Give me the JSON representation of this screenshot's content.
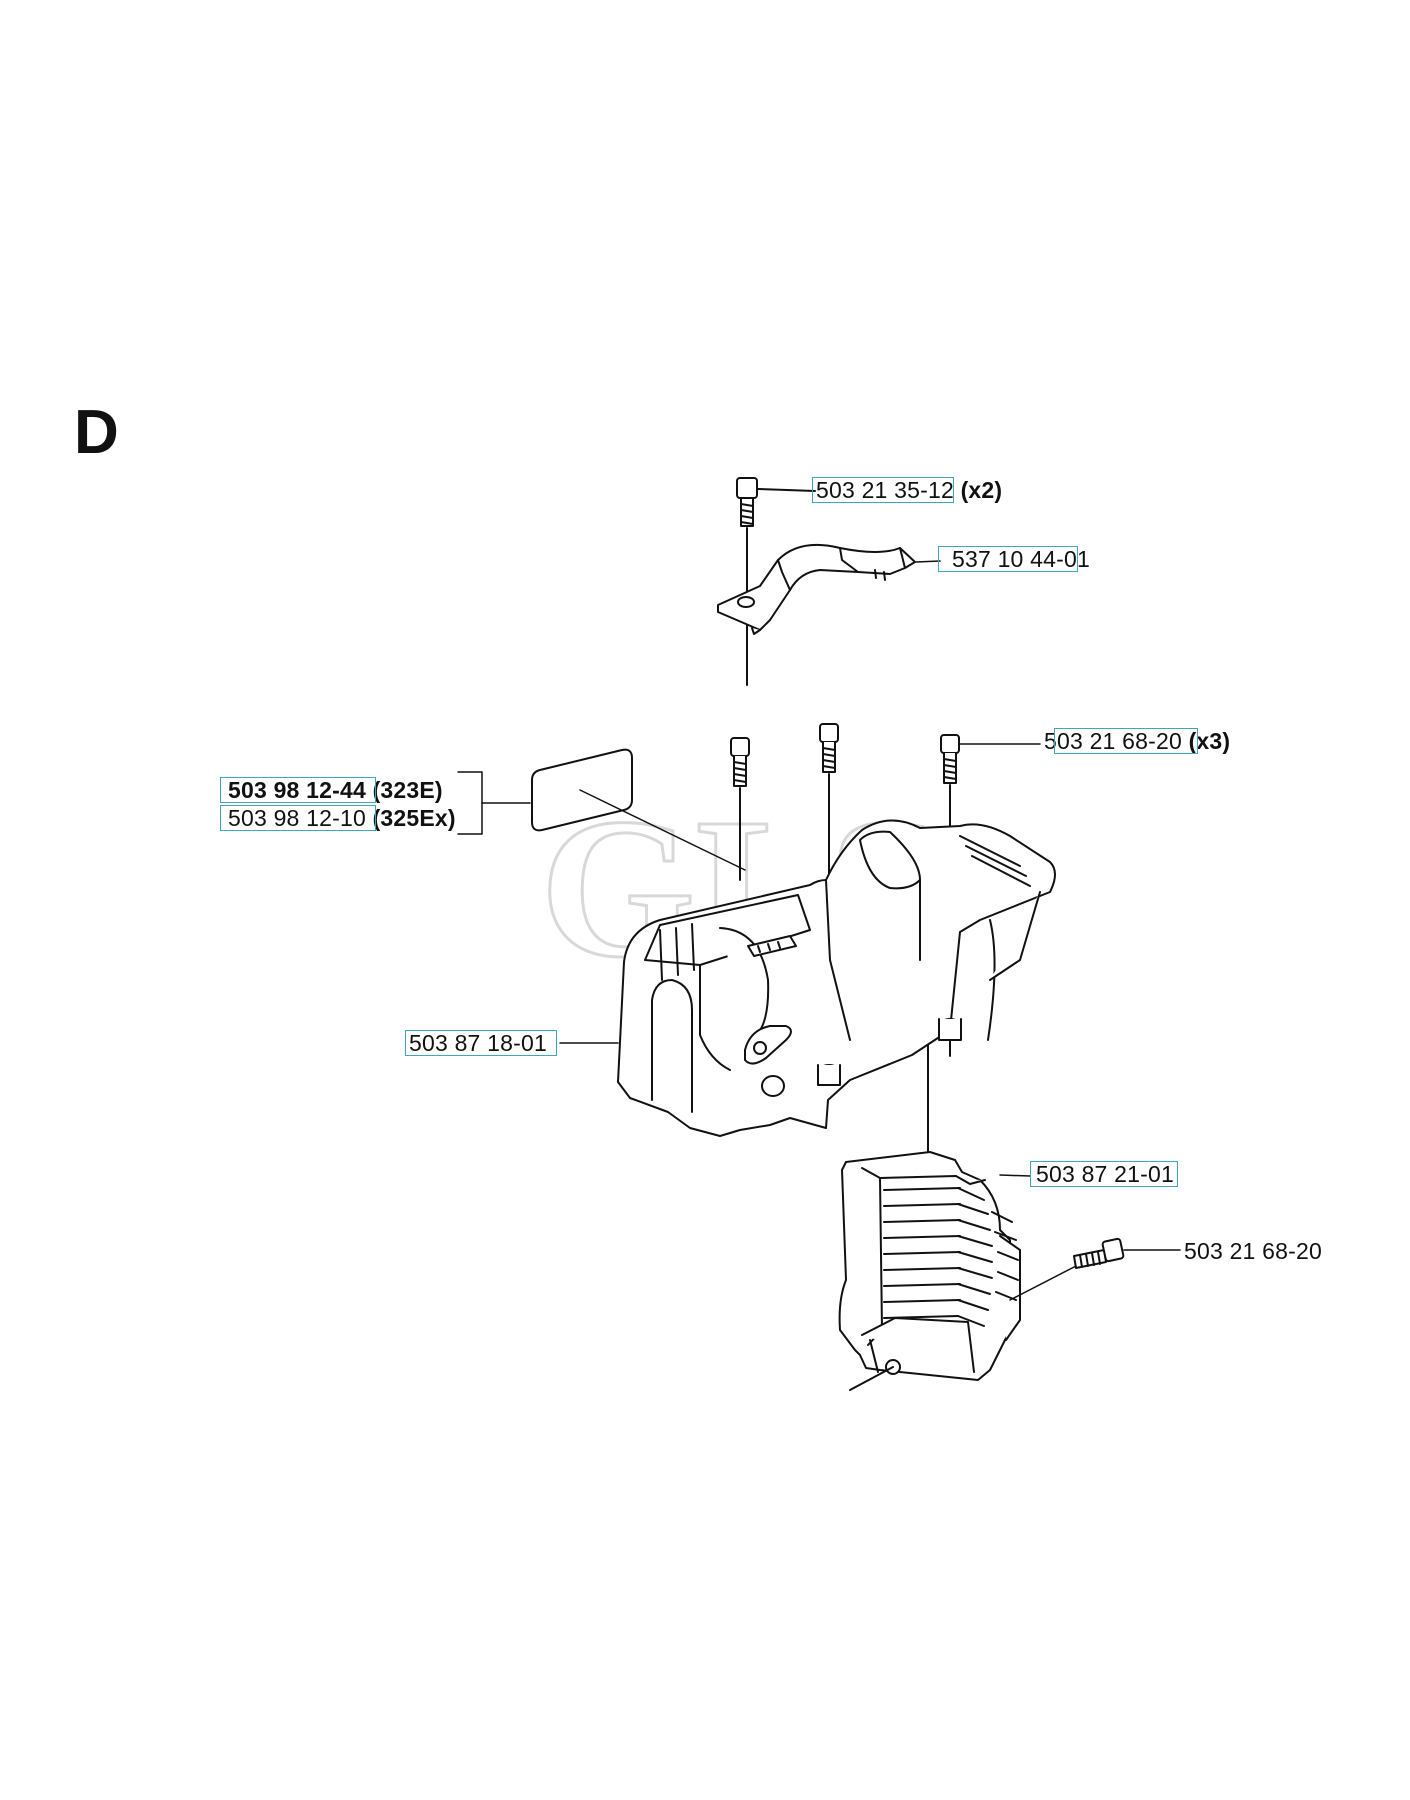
{
  "section": "D",
  "watermark": "GLS",
  "parts": {
    "bolt_top": {
      "number": "503 21 35-12",
      "qty": "(x2)"
    },
    "handle_bracket": {
      "number": "537 10 44-01"
    },
    "bolts_cover": {
      "number": "503 21 68-20",
      "qty": "(x3)"
    },
    "decal_323e": {
      "number": "503 98 12-44",
      "model": "(323E)"
    },
    "decal_325ex": {
      "number": "503 98 12-10",
      "model": "(325Ex)"
    },
    "cylinder_cover": {
      "number": "503 87 18-01"
    },
    "air_guide": {
      "number": "503 87 21-01"
    },
    "bolt_side": {
      "number": "503 21 68-20"
    }
  },
  "colors": {
    "line": "#111111",
    "highlight": "#3fa7b8",
    "watermark": "#d9d9d9"
  }
}
